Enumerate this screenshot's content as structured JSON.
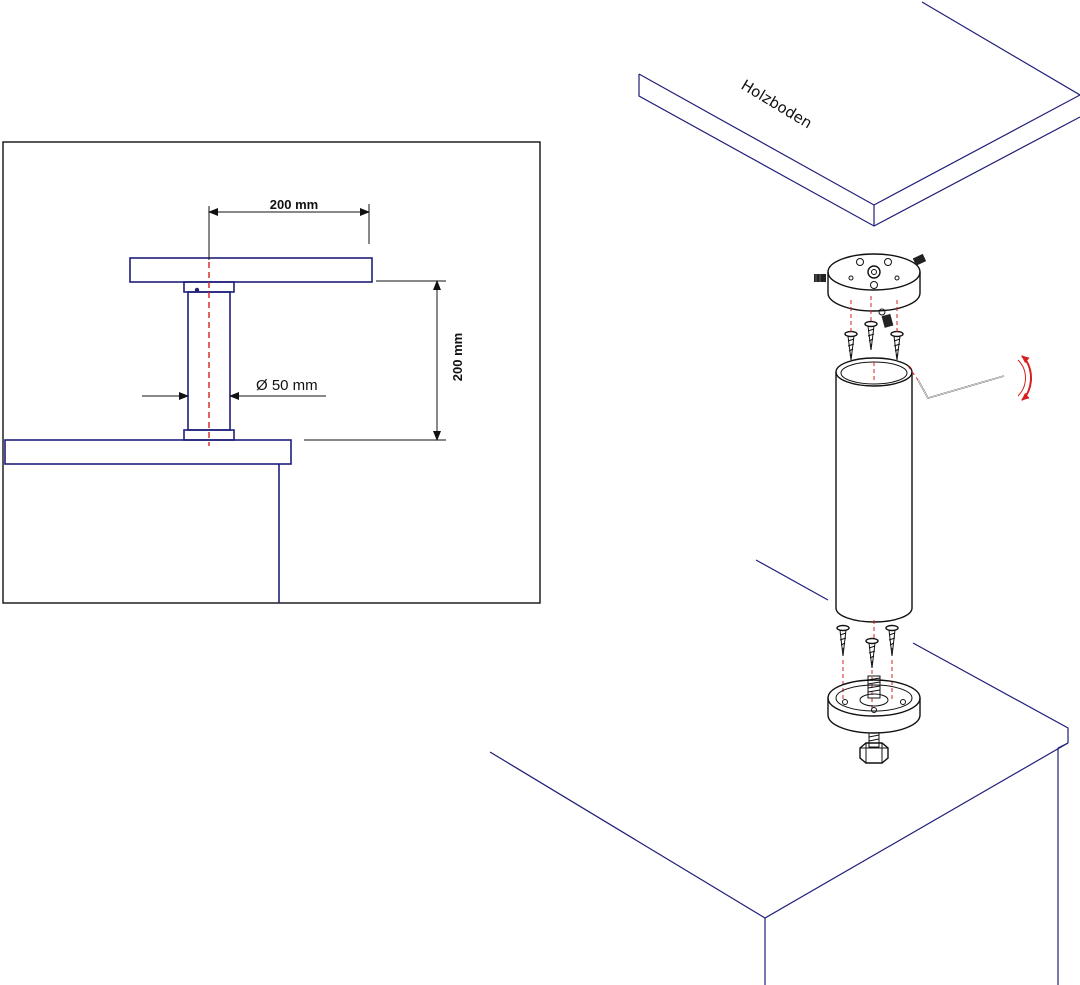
{
  "dimensions": {
    "arm_length": "200 mm",
    "height": "200 mm",
    "diameter": "Ø 50 mm"
  },
  "labels": {
    "wood_shelf": "Holzboden"
  },
  "colors": {
    "outline": "#1f1f7a",
    "centerline": "#d62020",
    "hardware": "#111111"
  }
}
